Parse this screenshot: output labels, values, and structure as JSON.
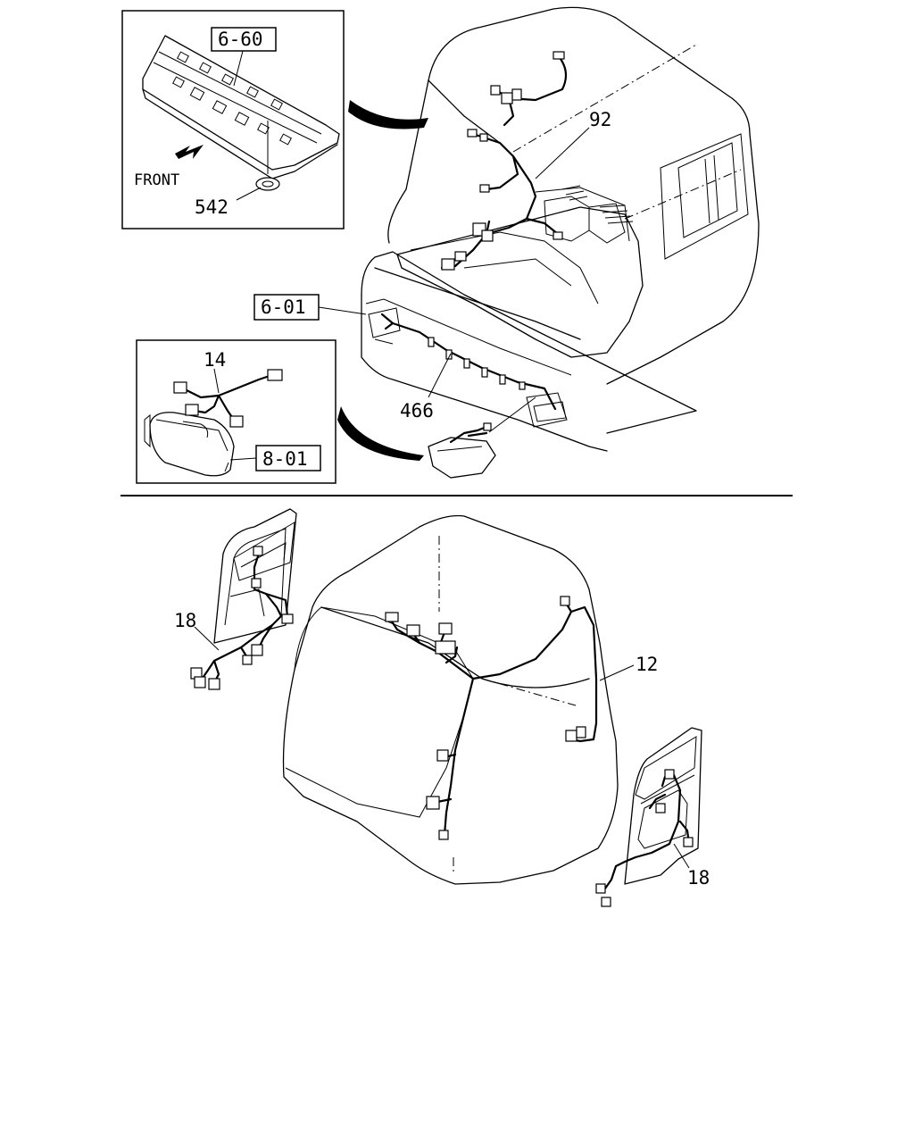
{
  "labels": {
    "ref_6_60": "6-60",
    "ref_6_01": "6-01",
    "ref_8_01": "8-01",
    "part_92": "92",
    "part_542": "542",
    "part_466": "466",
    "part_14": "14",
    "part_12": "12",
    "part_18_left": "18",
    "part_18_right": "18",
    "front": "FRONT"
  },
  "colors": {
    "line": "#000000",
    "background": "#ffffff"
  }
}
